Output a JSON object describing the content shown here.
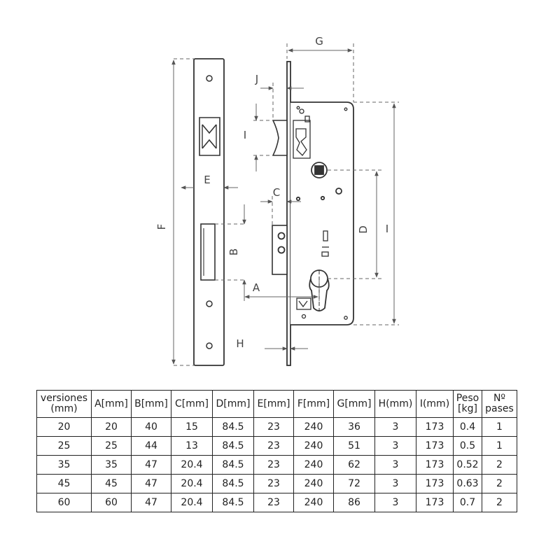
{
  "diagram": {
    "dimension_labels": {
      "a": "A",
      "b": "B",
      "c": "C",
      "d": "D",
      "e": "E",
      "f": "F",
      "g": "G",
      "h": "H",
      "i": "I",
      "j": "J"
    }
  },
  "table": {
    "headers": [
      [
        "versiones",
        "(mm)"
      ],
      [
        "A[mm]"
      ],
      [
        "B[mm]"
      ],
      [
        "C[mm]"
      ],
      [
        "D[mm]"
      ],
      [
        "E[mm]"
      ],
      [
        "F[mm]"
      ],
      [
        "G[mm]"
      ],
      [
        "H(mm)"
      ],
      [
        "I(mm)"
      ],
      [
        "Peso",
        "[kg]"
      ],
      [
        "Nº",
        "pases"
      ]
    ],
    "rows": [
      [
        "20",
        "20",
        "40",
        "15",
        "84.5",
        "23",
        "240",
        "36",
        "3",
        "173",
        "0.4",
        "1"
      ],
      [
        "25",
        "25",
        "44",
        "13",
        "84.5",
        "23",
        "240",
        "51",
        "3",
        "173",
        "0.5",
        "1"
      ],
      [
        "35",
        "35",
        "47",
        "20.4",
        "84.5",
        "23",
        "240",
        "62",
        "3",
        "173",
        "0.52",
        "2"
      ],
      [
        "45",
        "45",
        "47",
        "20.4",
        "84.5",
        "23",
        "240",
        "72",
        "3",
        "173",
        "0.63",
        "2"
      ],
      [
        "60",
        "60",
        "47",
        "20.4",
        "84.5",
        "23",
        "240",
        "86",
        "3",
        "173",
        "0.7",
        "2"
      ]
    ]
  }
}
